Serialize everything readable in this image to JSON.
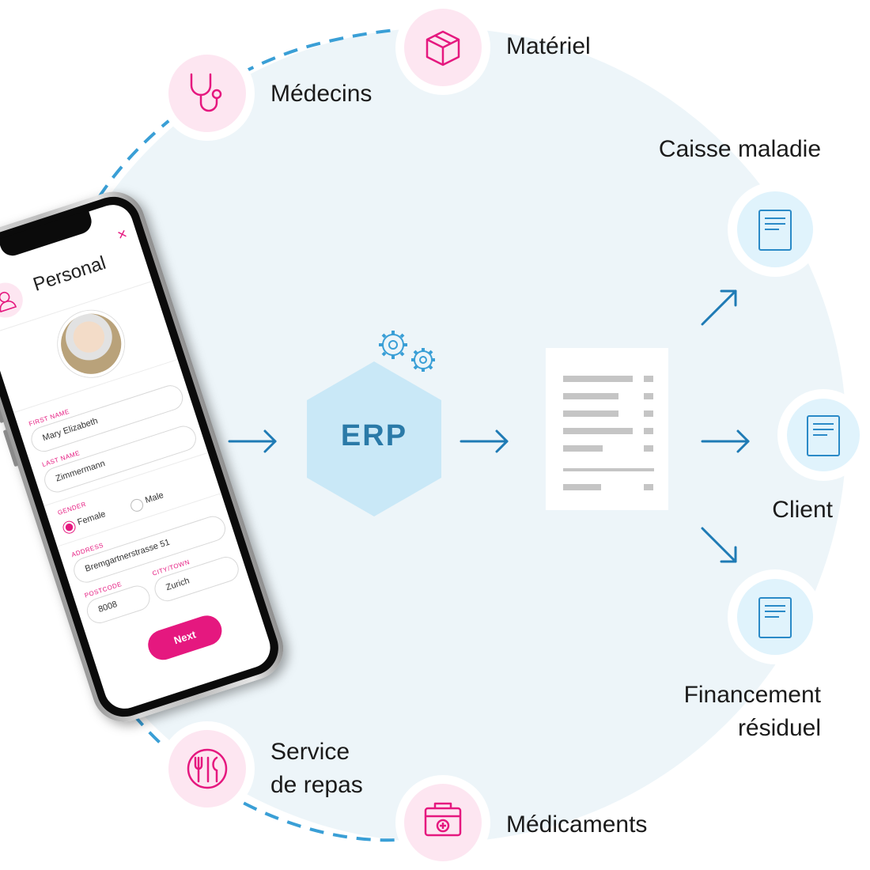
{
  "colors": {
    "pink": "#e5187f",
    "pink_light": "#fde6f1",
    "blue": "#2a8ac7",
    "blue_light": "#e0f3fc",
    "dash": "#3a9fd6"
  },
  "nodes": {
    "medecins": {
      "label": "Médecins",
      "icon": "stethoscope-icon"
    },
    "materiel": {
      "label": "Matériel",
      "icon": "box-icon"
    },
    "service_repas": {
      "label_line1": "Service",
      "label_line2": "de repas",
      "icon": "cutlery-icon"
    },
    "medicaments": {
      "label": "Médicaments",
      "icon": "medical-kit-icon"
    }
  },
  "center": {
    "label": "ERP",
    "icon": "gears-icon"
  },
  "outputs": {
    "caisse_maladie": {
      "label": "Caisse maladie",
      "icon": "document-icon"
    },
    "client": {
      "label": "Client",
      "icon": "document-icon"
    },
    "financement": {
      "label_line1": "Financement",
      "label_line2": "résiduel",
      "icon": "document-icon"
    }
  },
  "phone": {
    "title": "Personal",
    "close": "×",
    "first_name_label": "FIRST NAME",
    "first_name": "Mary Elizabeth",
    "last_name_label": "LAST NAME",
    "last_name": "Zimmermann",
    "gender_label": "GENDER",
    "gender_female": "Female",
    "gender_male": "Male",
    "address_label": "ADDRESS",
    "address": "Bremgartnerstrasse 51",
    "postcode_label": "POSTCODE",
    "postcode": "8008",
    "city_label": "CITY/TOWN",
    "city": "Zurich",
    "next": "Next"
  }
}
